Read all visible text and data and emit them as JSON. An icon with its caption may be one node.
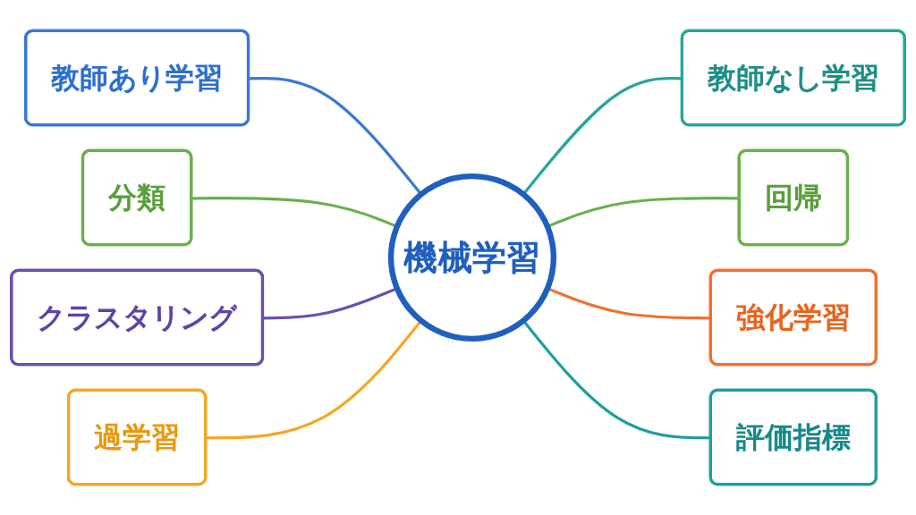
{
  "diagram": {
    "nodes": [
      {
        "text": [
          "機械学習"
        ]
      },
      {
        "text": [
          "教師あり学習"
        ]
      },
      {
        "text": [
          "教師なし学習"
        ]
      },
      {
        "text": [
          "分類"
        ]
      },
      {
        "text": [
          "回帰"
        ]
      },
      {
        "text": [
          "クラスタリング"
        ]
      },
      {
        "text": [
          "強化学習"
        ]
      },
      {
        "text": [
          "過学習"
        ]
      },
      {
        "text": [
          "評価指標"
        ]
      }
    ],
    "edges": [
      {
        "from": 0,
        "to": 1,
        "arrow": "none",
        "color": "#3a78d4"
      },
      {
        "from": 0,
        "to": 2,
        "arrow": "none",
        "color": "#26a69a"
      },
      {
        "from": 0,
        "to": 3,
        "arrow": "none",
        "color": "#6ab04c"
      },
      {
        "from": 0,
        "to": 4,
        "arrow": "none",
        "color": "#6ab04c"
      },
      {
        "from": 0,
        "to": 5,
        "arrow": "none",
        "color": "#6a4fb0"
      },
      {
        "from": 0,
        "to": 6,
        "arrow": "none",
        "color": "#f07030"
      },
      {
        "from": 0,
        "to": 7,
        "arrow": "none",
        "color": "#f5a623"
      },
      {
        "from": 0,
        "to": 8,
        "arrow": "none",
        "color": "#1f9e9e"
      }
    ]
  }
}
